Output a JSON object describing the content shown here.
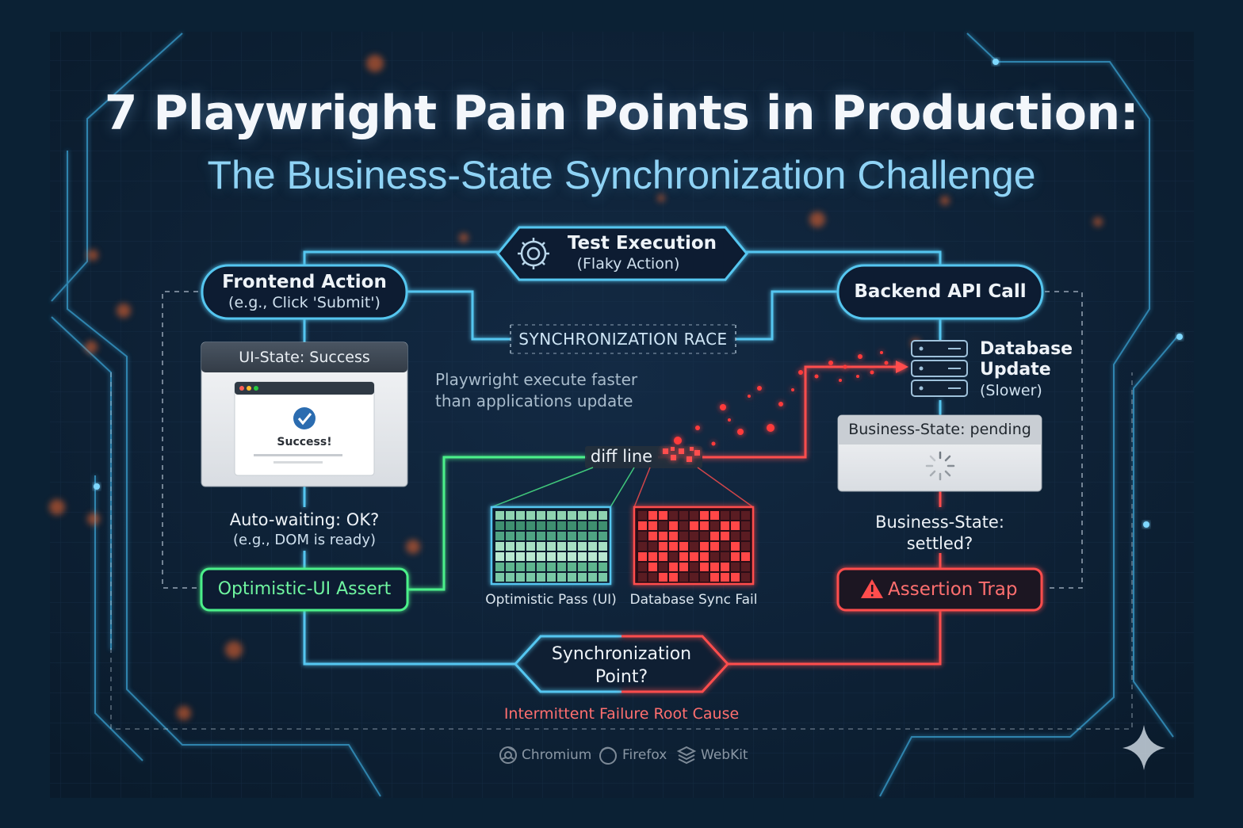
{
  "header": {
    "title": "7 Playwright Pain Points in Production:",
    "subtitle": "The Business-State Synchronization Challenge"
  },
  "nodes": {
    "test_execution": {
      "title": "Test Execution",
      "subtitle": "(Flaky Action)"
    },
    "frontend_action": {
      "title": "Frontend Action",
      "subtitle": "(e.g., Click 'Submit')"
    },
    "backend_api": {
      "title": "Backend API Call"
    },
    "sync_race": {
      "label": "SYNCHRONIZATION RACE"
    },
    "ui_state": {
      "title": "UI-State: Success",
      "message": "Success!"
    },
    "speed_note": {
      "line1": "Playwright execute faster",
      "line2": "than applications update"
    },
    "database": {
      "line1": "Database",
      "line2": "Update",
      "line3": "(Slower)"
    },
    "business_state_card": {
      "title": "Business-State: pending"
    },
    "diff": {
      "label": "diff line"
    },
    "auto_waiting": {
      "title": "Auto-waiting: OK?",
      "subtitle": "(e.g., DOM is ready)"
    },
    "business_settled": {
      "line1": "Business-State:",
      "line2": "settled?"
    },
    "optimistic_assert": {
      "title": "Optimistic-UI Assert"
    },
    "assertion_trap": {
      "title": "Assertion Trap"
    },
    "optimistic_pass": {
      "label": "Optimistic Pass (UI)"
    },
    "db_sync_fail": {
      "label": "Database Sync Fail"
    },
    "sync_point": {
      "line1": "Synchronization",
      "line2": "Point?"
    },
    "root_cause": {
      "label": "Intermittent Failure Root Cause"
    }
  },
  "browsers": [
    {
      "name": "Chromium",
      "icon": "chromium-icon"
    },
    {
      "name": "Firefox",
      "icon": "firefox-icon"
    },
    {
      "name": "WebKit",
      "icon": "webkit-icon"
    }
  ],
  "colors": {
    "background": "#0a2236",
    "panel": "#0f1f33",
    "blue": "#55c6f0",
    "green": "#4cf08a",
    "red": "#ff4d4d",
    "white_text": "#eef3f8"
  }
}
